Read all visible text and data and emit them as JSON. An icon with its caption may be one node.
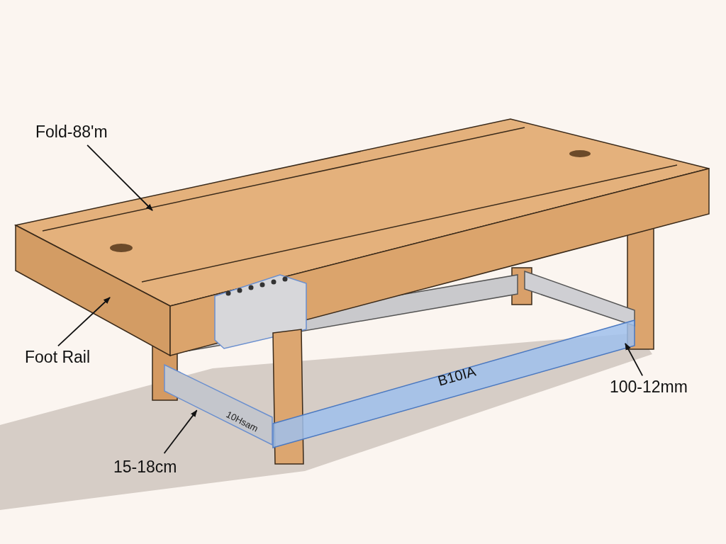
{
  "diagram": {
    "nodes": [
      {
        "text": [
          "Fold-88'm"
        ]
      },
      {
        "text": [
          "Foot Rail"
        ]
      },
      {
        "text": [
          "15-18cm"
        ]
      },
      {
        "text": [
          "100-12mm"
        ]
      },
      {
        "text": [
          "10Hsam"
        ]
      }
    ],
    "edges": [
      {
        "from": 0,
        "to": null,
        "arrow": "to"
      },
      {
        "from": 1,
        "to": null,
        "arrow": "to"
      },
      {
        "from": 2,
        "to": 4,
        "arrow": "to"
      },
      {
        "from": 3,
        "to": null,
        "arrow": "to"
      }
    ],
    "labels": [
      "B10IA"
    ]
  }
}
